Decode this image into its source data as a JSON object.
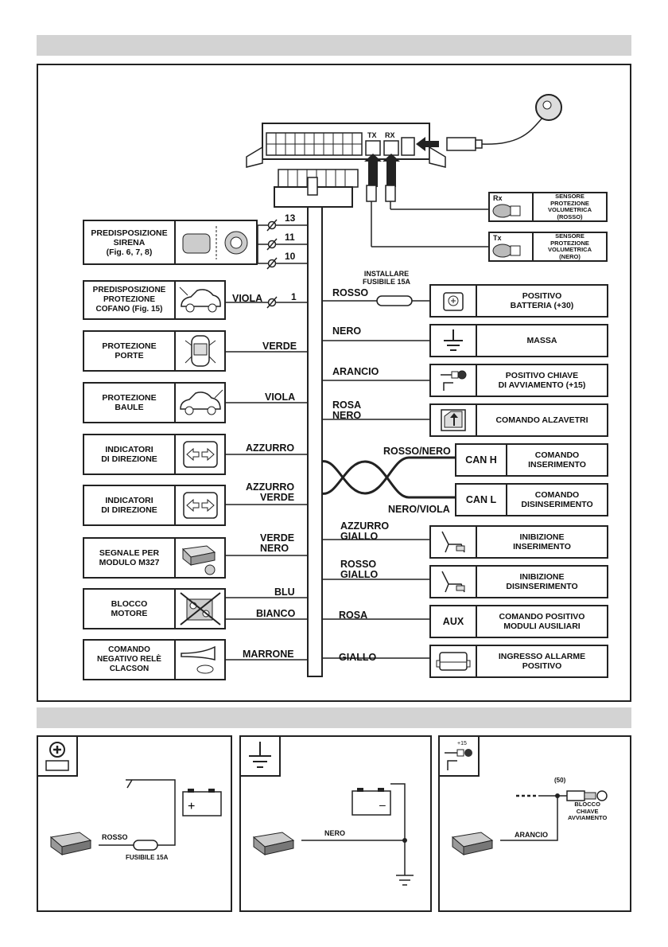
{
  "left_devices": [
    {
      "label": "PREDISPOSIZIONE\nSIRENA\n(Fig. 6, 7, 8)",
      "icon": "siren-icon"
    },
    {
      "label": "PREDISPOSIZIONE\nPROTEZIONE\nCOFANO (Fig. 15)",
      "icon": "car-hood-icon"
    },
    {
      "label": "PROTEZIONE\nPORTE",
      "icon": "car-doors-icon"
    },
    {
      "label": "PROTEZIONE\nBAULE",
      "icon": "car-trunk-icon"
    },
    {
      "label": "INDICATORI\nDI DIREZIONE",
      "icon": "turn-indicator-icon"
    },
    {
      "label": "INDICATORI\nDI DIREZIONE",
      "icon": "turn-indicator-icon"
    },
    {
      "label": "SEGNALE PER\nMODULO M327",
      "icon": "module-icon"
    },
    {
      "label": "BLOCCO\nMOTORE",
      "icon": "engine-block-icon"
    },
    {
      "label": "COMANDO\nNEGATIVO RELÈ\nCLACSON",
      "icon": "horn-icon"
    }
  ],
  "left_wires": [
    "VIOLA",
    "VERDE",
    "VIOLA",
    "AZZURRO",
    "AZZURRO\nVERDE",
    "VERDE\nNERO",
    "BLU",
    "BIANCO",
    "MARRONE"
  ],
  "pins": [
    "13",
    "11",
    "10",
    "1"
  ],
  "right_devices": [
    {
      "label": "POSITIVO\nBATTERIA (+30)",
      "icon": "battery-icon"
    },
    {
      "label": "MASSA",
      "icon": "ground-icon"
    },
    {
      "label": "POSITIVO CHIAVE\nDI AVVIAMENTO (+15)",
      "icon": "ignition-key-icon"
    },
    {
      "label": "COMANDO ALZAVETRI",
      "icon": "window-lift-icon"
    },
    {
      "label": "COMANDO\nINSERIMENTO",
      "tag": "CAN H"
    },
    {
      "label": "COMANDO\nDISINSERIMENTO",
      "tag": "CAN L"
    },
    {
      "label": "INIBIZIONE\nINSERIMENTO",
      "icon": "inhibit-icon"
    },
    {
      "label": "INIBIZIONE\nDISINSERIMENTO",
      "icon": "inhibit-icon"
    },
    {
      "label": "COMANDO POSITIVO\nMODULI AUSILIARI",
      "tag": "AUX"
    },
    {
      "label": "INGRESSO ALLARME\nPOSITIVO",
      "icon": "alarm-module-icon"
    }
  ],
  "right_wires": [
    "ROSSO",
    "NERO",
    "ARANCIO",
    "ROSA\nNERO",
    "ROSSO/NERO",
    "NERO/VIOLA",
    "AZZURRO\nGIALLO",
    "ROSSO\nGIALLO",
    "ROSA",
    "GIALLO"
  ],
  "fuse_note": "INSTALLARE\nFUSIBILE 15A",
  "connector": {
    "tx": "TX",
    "rx": "RX"
  },
  "sensors": [
    {
      "tag": "Rx",
      "label": "SENSORE\nPROTEZIONE\nVOLUMETRICA\n(ROSSO)"
    },
    {
      "tag": "Tx",
      "label": "SENSORE\nPROTEZIONE\nVOLUMETRICA\n(NERO)"
    }
  ],
  "panels": {
    "battery": {
      "wire": "ROSSO",
      "fuse": "FUSIBILE 15A"
    },
    "ground": {
      "wire": "NERO"
    },
    "ignition": {
      "wire": "ARANCIO",
      "pin": "(50)",
      "label": "BLOCCO\nCHIAVE\nAVVIAMENTO",
      "plus": "+15"
    }
  }
}
